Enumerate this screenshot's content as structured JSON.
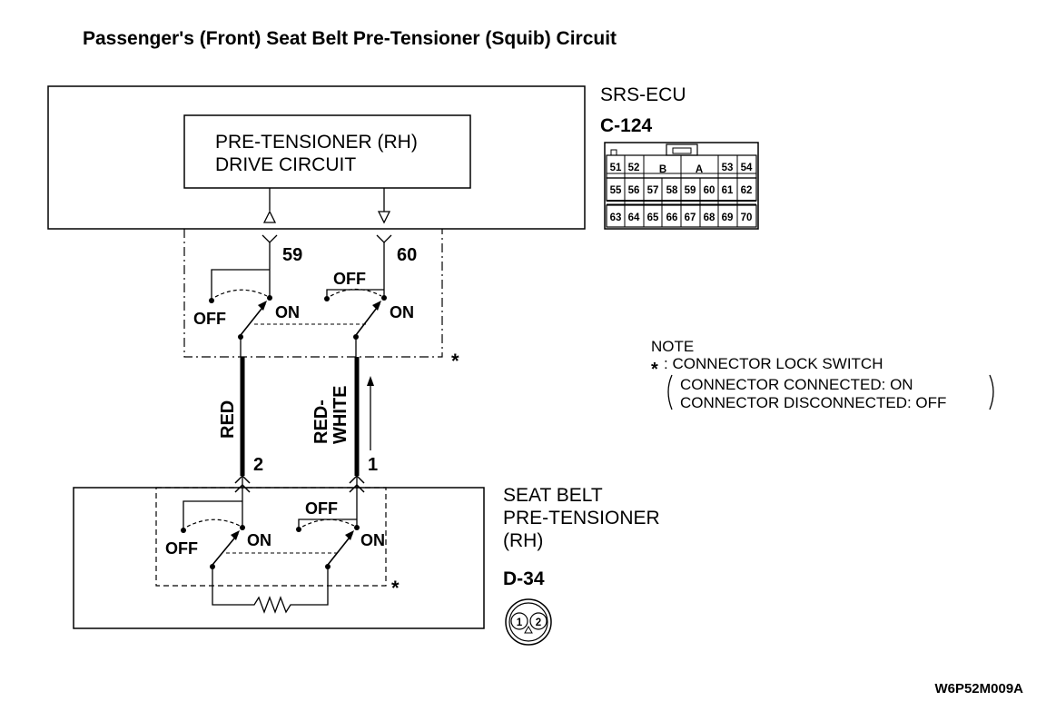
{
  "title": "Passenger's (Front) Seat Belt Pre-Tensioner (Squib) Circuit",
  "ecu": {
    "name": "SRS-ECU",
    "connector": "C-124",
    "drive_line1": "PRE-TENSIONER (RH)",
    "drive_line2": "DRIVE CIRCUIT",
    "terminal_left": "59",
    "terminal_right": "60",
    "switch_off": "OFF",
    "switch_on": "ON",
    "pins_row1": [
      "51",
      "52",
      "B",
      "A",
      "53",
      "54"
    ],
    "pins_row2": [
      "55",
      "56",
      "57",
      "58",
      "59",
      "60",
      "61",
      "62"
    ],
    "pins_row3": [
      "63",
      "64",
      "65",
      "66",
      "67",
      "68",
      "69",
      "70"
    ]
  },
  "wires": {
    "left_color": "RED",
    "right_color_line1": "RED-",
    "right_color_line2": "WHITE"
  },
  "pretensioner": {
    "line1": "SEAT BELT",
    "line2": "PRE-TENSIONER",
    "line3": "(RH)",
    "connector": "D-34",
    "terminal_left": "2",
    "terminal_right": "1",
    "switch_off": "OFF",
    "switch_on": "ON",
    "connector_pins": [
      "1",
      "2"
    ]
  },
  "note": {
    "heading": "NOTE",
    "asterisk": "*",
    "line1": ": CONNECTOR LOCK SWITCH",
    "line2": "CONNECTOR CONNECTED: ON",
    "line3": "CONNECTOR DISCONNECTED: OFF"
  },
  "figure_code": "W6P52M009A"
}
